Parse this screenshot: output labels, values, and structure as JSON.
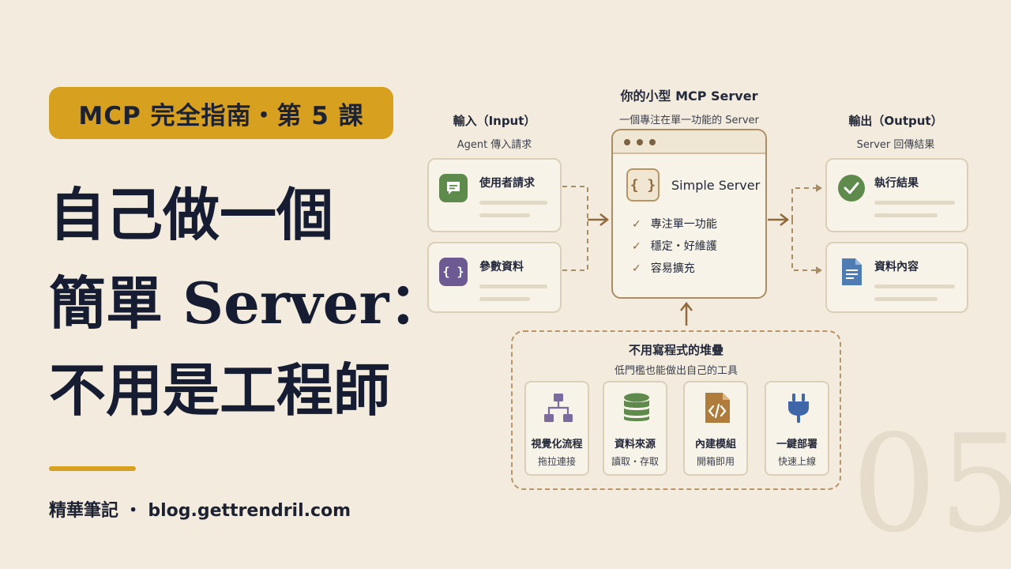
{
  "badge": "MCP 完全指南・第 5 課",
  "title": {
    "line1": "自己做一個",
    "line2": "簡單 Server：",
    "line3": "不用是工程師"
  },
  "footer": "精華筆記 ・ blog.gettrendril.com",
  "bg_number": "05",
  "diagram": {
    "input": {
      "heading": "輸入（Input）",
      "subheading": "Agent 傳入請求",
      "cards": [
        {
          "label": "使用者請求",
          "icon": "chat-icon",
          "color": "#5e8b4b"
        },
        {
          "label": "參數資料",
          "icon": "braces-icon",
          "color": "#6d5a92"
        }
      ]
    },
    "server": {
      "heading": "你的小型 MCP Server",
      "subheading": "一個專注在單一功能的 Server",
      "name": "Simple Server",
      "braces": "{ }",
      "features": [
        "專注單一功能",
        "穩定・好維護",
        "容易擴充"
      ]
    },
    "output": {
      "heading": "輸出（Output）",
      "subheading": "Server 回傳結果",
      "cards": [
        {
          "label": "執行結果",
          "icon": "check-circle-icon",
          "color": "#5e8b4b"
        },
        {
          "label": "資料內容",
          "icon": "document-icon",
          "color": "#4f7cb3"
        }
      ]
    },
    "stack": {
      "heading": "不用寫程式的堆疊",
      "subheading": "低門檻也能做出自己的工具",
      "tiles": [
        {
          "label": "視覺化流程",
          "sub": "拖拉連接",
          "icon": "flowchart-icon",
          "color": "#7b6a9e"
        },
        {
          "label": "資料來源",
          "sub": "讀取・存取",
          "icon": "database-icon",
          "color": "#5e8b4b"
        },
        {
          "label": "內建模組",
          "sub": "開箱即用",
          "icon": "code-file-icon",
          "color": "#b07c3c"
        },
        {
          "label": "一鍵部署",
          "sub": "快速上線",
          "icon": "plug-icon",
          "color": "#3f66a8"
        }
      ]
    }
  },
  "colors": {
    "background": "#f3ecde",
    "accent": "#d7a11f",
    "arrow": "#a98e65"
  }
}
